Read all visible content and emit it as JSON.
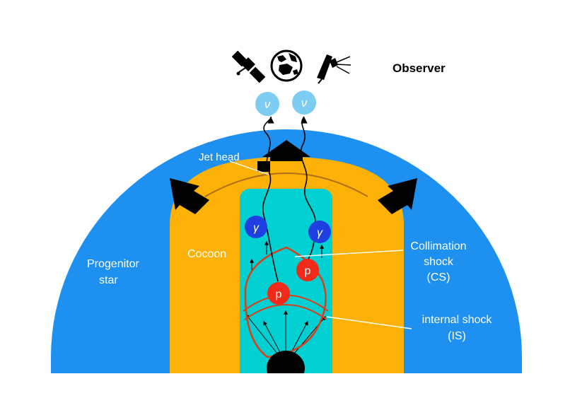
{
  "labels": {
    "observer": "Observer",
    "jet_head": "Jet head",
    "cocoon": "Cocoon",
    "progenitor_line1": "Progenitor",
    "progenitor_line2": "star",
    "cs_line1": "Collimation",
    "cs_line2": "shock",
    "cs_line3": "(CS)",
    "is_line1": "internal shock",
    "is_line2": "(IS)"
  },
  "particles": {
    "neutrino": "ν",
    "gamma": "γ",
    "proton": "p"
  },
  "icons": [
    "satellite-icon",
    "earth-icon",
    "telescope-icon"
  ],
  "colors": {
    "star": "#1e90f0",
    "cocoon": "#fbb105",
    "jet": "#00d0d2",
    "neutrino": "#7dccf2",
    "gamma": "#1f3fe0",
    "proton": "#f02a18",
    "shock": "#d8401a",
    "engine": "#000000"
  }
}
